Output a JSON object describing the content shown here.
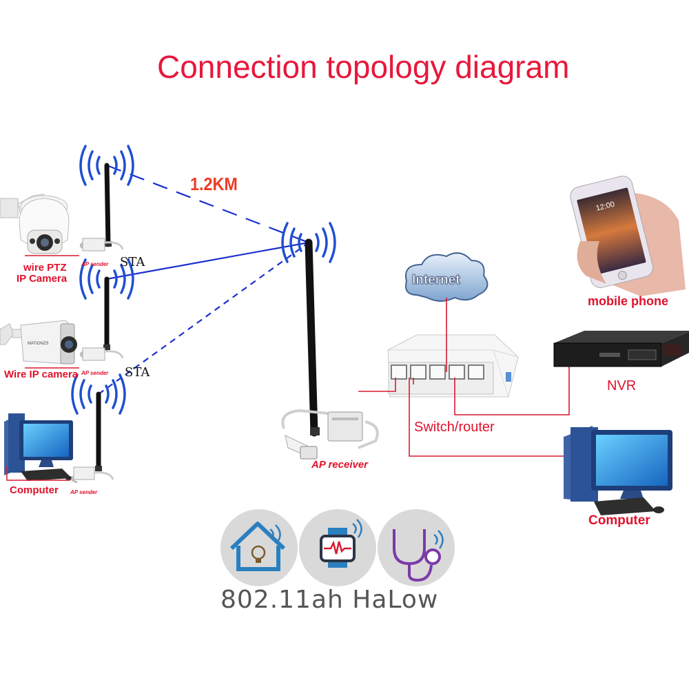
{
  "title": "Connection topology diagram",
  "distance": "1.2KM",
  "nodes": {
    "ptz_camera": "wire PTZ\nIP Camera",
    "ptz_camera_line1": "wire PTZ",
    "ptz_camera_line2": "IP Camera",
    "wire_camera": "Wire IP camera",
    "computer_left": "Computer",
    "ap_sender": "AP sender",
    "sta": "STA",
    "ap_receiver": "AP receiver",
    "internet": "Internet",
    "switch_router": "Switch/router",
    "mobile_phone": "mobile phone",
    "nvr": "NVR",
    "computer_right": "Computer",
    "phone_time": "12:00"
  },
  "footer": "802.11ah HaLow",
  "icons": [
    "smart-home-icon",
    "smartwatch-icon",
    "stethoscope-icon"
  ],
  "colors": {
    "title": "#e8173b",
    "link_blue": "#1a2fcf",
    "wire_red": "#d7192f",
    "wifi_blue": "#1f4fd0",
    "icon_bg": "#d9d9d9"
  }
}
